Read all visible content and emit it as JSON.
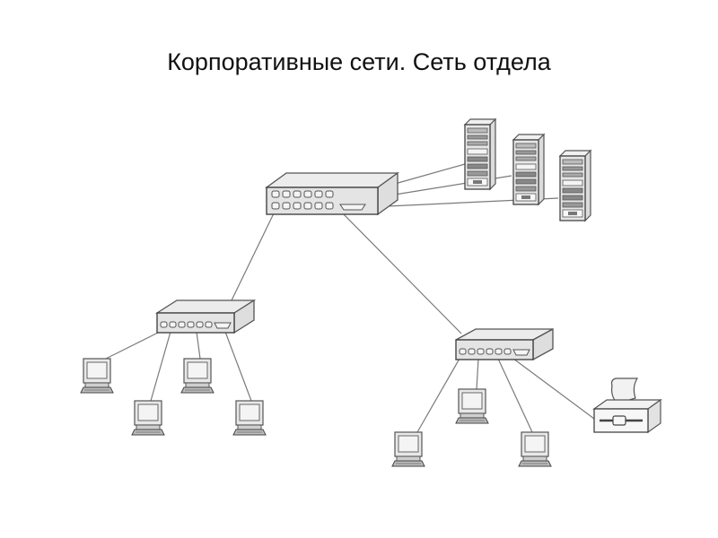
{
  "slide": {
    "title": "Корпоративные сети. Сеть отдела"
  },
  "diagram": {
    "nodes": [
      {
        "id": "hub-main",
        "type": "hub",
        "label": "Main hub",
        "ports": 12
      },
      {
        "id": "server-1",
        "type": "server",
        "label": "Server 1"
      },
      {
        "id": "server-2",
        "type": "server",
        "label": "Server 2"
      },
      {
        "id": "server-3",
        "type": "server",
        "label": "Server 3"
      },
      {
        "id": "hub-left",
        "type": "hub",
        "label": "Left hub",
        "ports": 6
      },
      {
        "id": "hub-right",
        "type": "hub",
        "label": "Right hub",
        "ports": 6
      },
      {
        "id": "pc-l1",
        "type": "workstation",
        "label": "Workstation"
      },
      {
        "id": "pc-l2",
        "type": "workstation",
        "label": "Workstation"
      },
      {
        "id": "pc-l3",
        "type": "workstation",
        "label": "Workstation"
      },
      {
        "id": "pc-l4",
        "type": "workstation",
        "label": "Workstation"
      },
      {
        "id": "pc-r1",
        "type": "workstation",
        "label": "Workstation"
      },
      {
        "id": "pc-r2",
        "type": "workstation",
        "label": "Workstation"
      },
      {
        "id": "pc-r3",
        "type": "workstation",
        "label": "Workstation"
      },
      {
        "id": "printer",
        "type": "printer",
        "label": "Printer"
      }
    ],
    "edges": [
      [
        "hub-main",
        "server-1"
      ],
      [
        "hub-main",
        "server-2"
      ],
      [
        "hub-main",
        "server-3"
      ],
      [
        "hub-main",
        "hub-left"
      ],
      [
        "hub-main",
        "hub-right"
      ],
      [
        "hub-left",
        "pc-l1"
      ],
      [
        "hub-left",
        "pc-l2"
      ],
      [
        "hub-left",
        "pc-l3"
      ],
      [
        "hub-left",
        "pc-l4"
      ],
      [
        "hub-right",
        "pc-r1"
      ],
      [
        "hub-right",
        "pc-r2"
      ],
      [
        "hub-right",
        "pc-r3"
      ],
      [
        "hub-right",
        "printer"
      ]
    ],
    "colors": {
      "stroke": "#555555",
      "fill": "#e6e6e6",
      "screen": "#efefef",
      "background": "#ffffff"
    }
  }
}
